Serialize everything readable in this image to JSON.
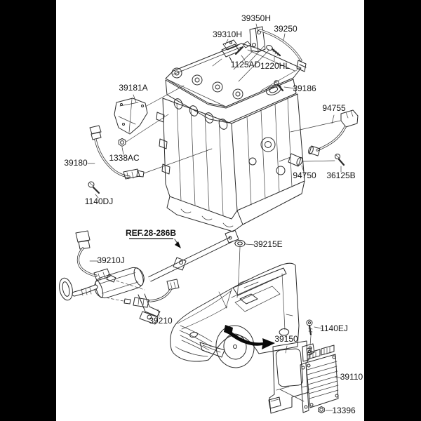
{
  "diagram": {
    "type": "exploded-parts-diagram",
    "colors": {
      "letterbox": "#000000",
      "canvas": "#ffffff",
      "line": "#2a2a2a",
      "label_text": "#141414",
      "highlight": "#0a0a0a"
    },
    "callouts": [
      {
        "part_no": "39350H"
      },
      {
        "part_no": "39310H"
      },
      {
        "part_no": "39250"
      },
      {
        "part_no": "1125AD"
      },
      {
        "part_no": "1220HL"
      },
      {
        "part_no": "39186"
      },
      {
        "part_no": "39181A"
      },
      {
        "part_no": "1338AC"
      },
      {
        "part_no": "39180"
      },
      {
        "part_no": "1140DJ"
      },
      {
        "part_no": "94755"
      },
      {
        "part_no": "94750"
      },
      {
        "part_no": "36125B"
      },
      {
        "part_no": "REF.28-286B"
      },
      {
        "part_no": "39210J"
      },
      {
        "part_no": "39215E"
      },
      {
        "part_no": "39210"
      },
      {
        "part_no": "1140EJ"
      },
      {
        "part_no": "39150"
      },
      {
        "part_no": "39110"
      },
      {
        "part_no": "13396"
      }
    ]
  }
}
